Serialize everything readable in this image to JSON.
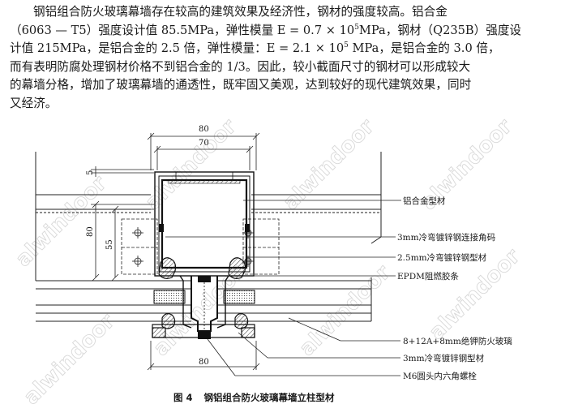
{
  "paragraph": {
    "line1": "钢铝组合防火玻璃幕墙存在较高的建筑效果及经济性，钢材的强度较高。铝合金",
    "line2a": "（6063 — T5）强度设计值 85.5MPa，弹性模量 E = 0.7 × 10",
    "line2sup": "5",
    "line2b": "MPa，钢材（Q235B）强度设",
    "line3a": "计值 215MPa，是铝合金的 2.5 倍，弹性模量：E = 2.1 × 10",
    "line3sup": "5",
    "line3b": " MPa，是铝合金的 3.0 倍，",
    "line4": "而有表明防腐处理钢材价格不到铝合金的 1/3。因此，较小截面尺寸的钢材可以形成较大",
    "line5": "的幕墙分格，增加了玻璃幕墙的通透性，既牢固又美观，达到较好的现代建筑效果，同时",
    "line6": "又经济。"
  },
  "figure": {
    "dimensions": {
      "top_outer": "80",
      "top_inner": "70",
      "left_small": "5",
      "left_outer": "80",
      "left_inner": "55",
      "bottom": "80"
    },
    "labels": [
      "铝合金型材",
      "3mm冷弯镀锌钢连接角码",
      "2.5mm冷弯镀锌钢型材",
      "EPDM阻燃胶条",
      "8+12A+8mm绝钾防火玻璃",
      "3mm冷弯镀锌钢型材",
      "M6圆头内六角螺栓"
    ],
    "watermark": "alwindoor"
  },
  "caption": {
    "number": "图 4",
    "title": "钢铝组合防火玻璃幕墙立柱型材"
  }
}
